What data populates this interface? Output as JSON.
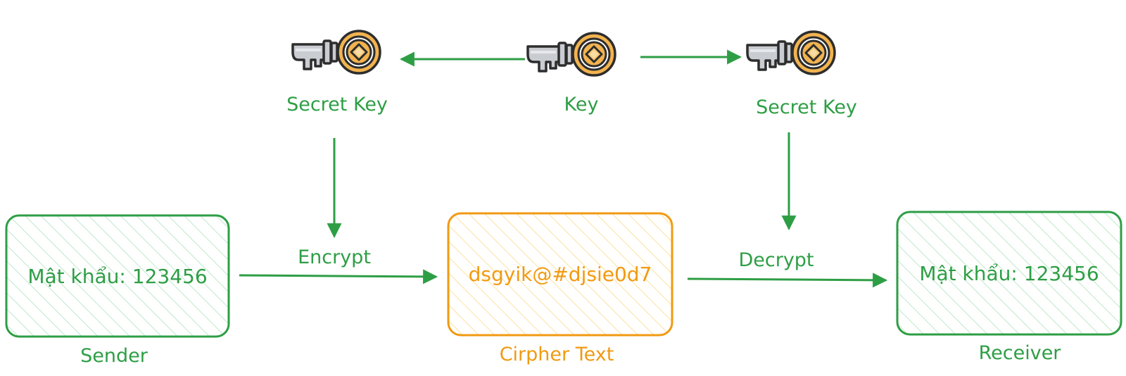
{
  "colors": {
    "green": "#2e9e45",
    "orange": "#f19a12",
    "hatch_green": "#bfe8c9",
    "hatch_orange": "#fbe2a0"
  },
  "keys": {
    "left": {
      "icon": "key-icon",
      "label": "Secret Key"
    },
    "center": {
      "icon": "key-icon",
      "label": "Key"
    },
    "right": {
      "icon": "key-icon",
      "label": "Secret Key"
    }
  },
  "flow": {
    "encrypt_label": "Encrypt",
    "decrypt_label": "Decrypt"
  },
  "boxes": {
    "sender": {
      "text": "Mật khẩu: 123456",
      "caption": "Sender"
    },
    "cipher": {
      "text": "dsgyik@#djsie0d7",
      "caption": "Cirpher Text"
    },
    "receiver": {
      "text": "Mật khẩu: 123456",
      "caption": "Receiver"
    }
  }
}
